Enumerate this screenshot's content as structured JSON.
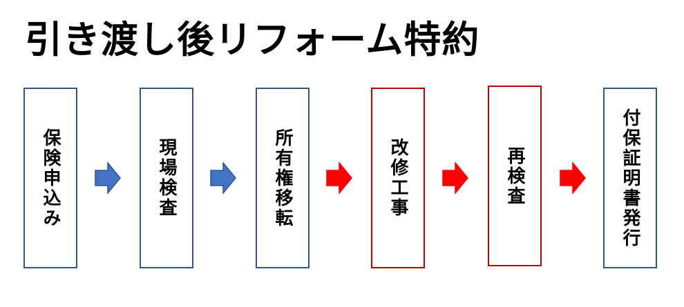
{
  "title": "引き渡し後リフォーム特約",
  "steps": [
    {
      "label": "保険申込み",
      "border_color": "#2f5597"
    },
    {
      "label": "現場検査",
      "border_color": "#2f5597"
    },
    {
      "label": "所有権移転",
      "border_color": "#2f5597"
    },
    {
      "label": "改修工事",
      "border_color": "#c00000"
    },
    {
      "label": "再検査",
      "border_color": "#c00000"
    },
    {
      "label": "付保証明書発行",
      "border_color": "#2f5597"
    }
  ],
  "arrows": [
    {
      "color": "#4472c4",
      "stroke": "#2f5597"
    },
    {
      "color": "#4472c4",
      "stroke": "#2f5597"
    },
    {
      "color": "#ff0000",
      "stroke": "#ff0000"
    },
    {
      "color": "#ff0000",
      "stroke": "#ff0000"
    },
    {
      "color": "#ff0000",
      "stroke": "#ff0000"
    }
  ]
}
